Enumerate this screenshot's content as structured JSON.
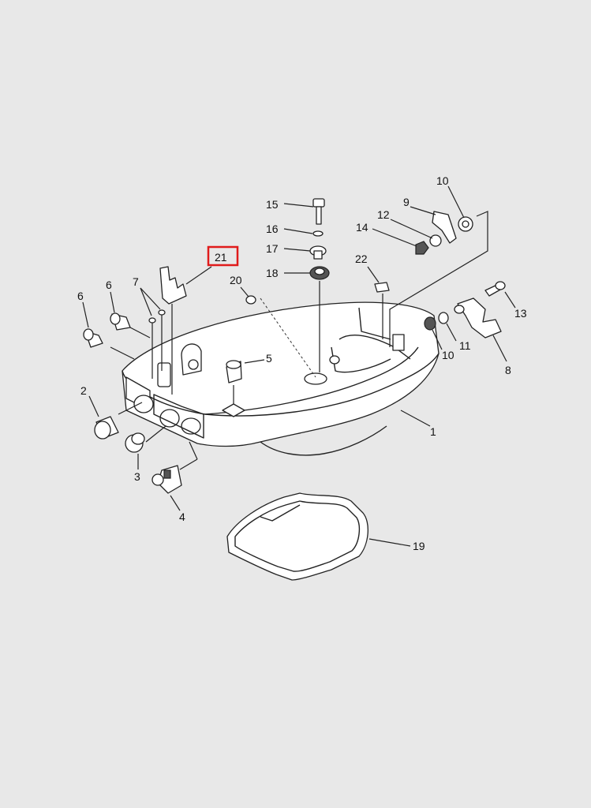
{
  "diagram": {
    "highlight_color": "#e01b1b",
    "callouts": [
      {
        "id": "c1",
        "label": "1"
      },
      {
        "id": "c2",
        "label": "2"
      },
      {
        "id": "c3",
        "label": "3"
      },
      {
        "id": "c4",
        "label": "4"
      },
      {
        "id": "c5",
        "label": "5"
      },
      {
        "id": "c6a",
        "label": "6"
      },
      {
        "id": "c6b",
        "label": "6"
      },
      {
        "id": "c7",
        "label": "7"
      },
      {
        "id": "c8",
        "label": "8"
      },
      {
        "id": "c9",
        "label": "9"
      },
      {
        "id": "c10a",
        "label": "10"
      },
      {
        "id": "c10b",
        "label": "10"
      },
      {
        "id": "c11",
        "label": "11"
      },
      {
        "id": "c12",
        "label": "12"
      },
      {
        "id": "c13",
        "label": "13"
      },
      {
        "id": "c14",
        "label": "14"
      },
      {
        "id": "c15",
        "label": "15"
      },
      {
        "id": "c16",
        "label": "16"
      },
      {
        "id": "c17",
        "label": "17"
      },
      {
        "id": "c18",
        "label": "18"
      },
      {
        "id": "c19",
        "label": "19"
      },
      {
        "id": "c20",
        "label": "20"
      },
      {
        "id": "c21",
        "label": "21"
      },
      {
        "id": "c22",
        "label": "22"
      }
    ],
    "highlighted_callout": "21"
  }
}
